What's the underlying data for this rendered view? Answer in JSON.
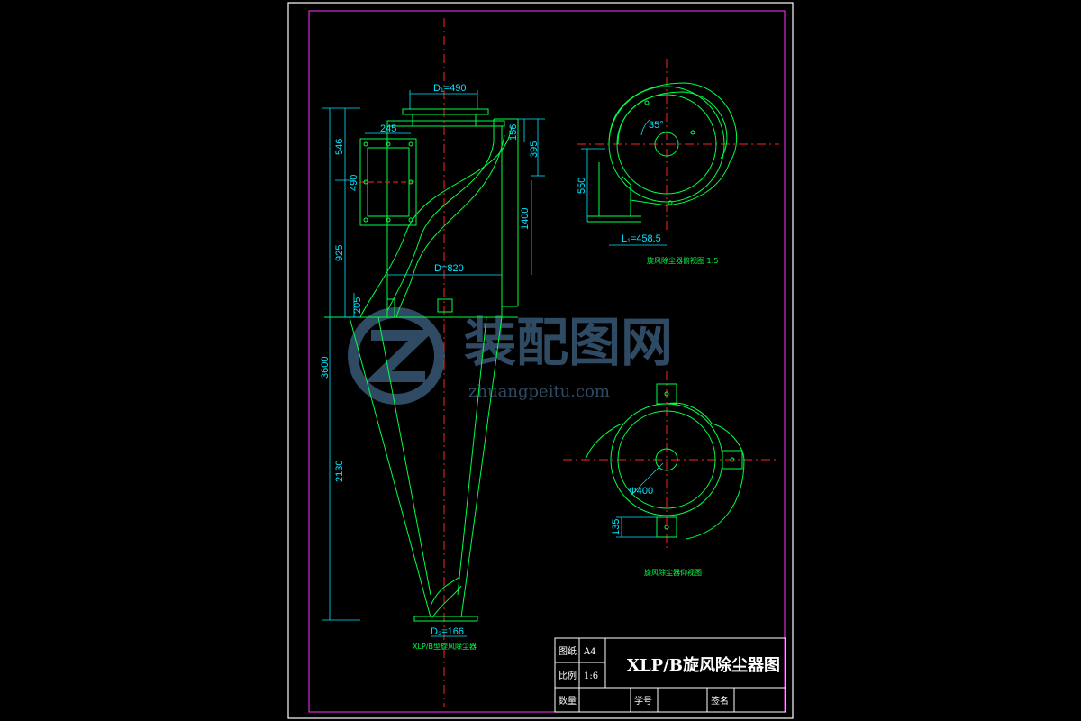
{
  "colors": {
    "background": "#000000",
    "frame": "#ffffff",
    "inner_border": "#ff33ff",
    "geometry": "#00ff44",
    "dimension": "#00e5ff",
    "centerline": "#ff2222",
    "watermark": "#2f4a63"
  },
  "main_view": {
    "dims": {
      "d_top": "D₁=490",
      "w245": "245",
      "h546": "546",
      "h490": "490",
      "h925": "925",
      "h205": "205",
      "h3600": "3600",
      "h2130": "2130",
      "h156": "156",
      "h395": "395",
      "h1400": "1400",
      "d_body": "D=820",
      "d_bottom": "D₂=166"
    },
    "caption": "XLP/B型旋风除尘器"
  },
  "top_view": {
    "dims": {
      "angle": "35°",
      "h550": "550",
      "l_width": "L₁=458.5"
    },
    "caption": "旋风除尘器俯视图 1:5"
  },
  "bottom_view": {
    "dims": {
      "dia": "Φ400",
      "h135": "135"
    },
    "caption": "旋风除尘器仰视图"
  },
  "watermark": {
    "cn": "装配图网",
    "en": "zhuangpeitu.com"
  },
  "title_block": {
    "label_sheet": "图纸",
    "value_sheet": "A4",
    "label_scale": "比例",
    "value_scale": "1:6",
    "title": "XLP/B旋风除尘器图",
    "label_qty": "数量",
    "label_no": "学号",
    "label_sign": "签名"
  }
}
